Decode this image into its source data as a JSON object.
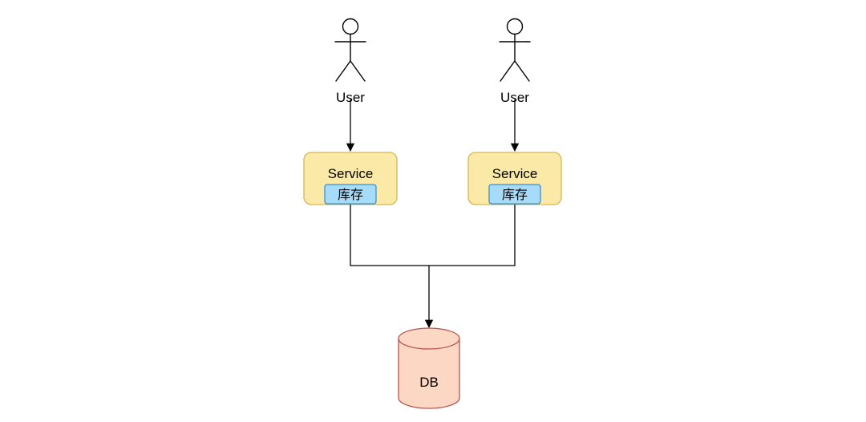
{
  "users": [
    {
      "label": "User"
    },
    {
      "label": "User"
    }
  ],
  "services": [
    {
      "title": "Service",
      "inner_label": "库存"
    },
    {
      "title": "Service",
      "inner_label": "库存"
    }
  ],
  "database": {
    "label": "DB"
  },
  "colors": {
    "service_fill": "#fbeaa7",
    "service_stroke": "#d6b656",
    "inner_fill": "#a6dcf9",
    "inner_stroke": "#3a8fd1",
    "db_fill": "#fbd7c4",
    "db_stroke": "#b85450",
    "line": "#000000"
  }
}
